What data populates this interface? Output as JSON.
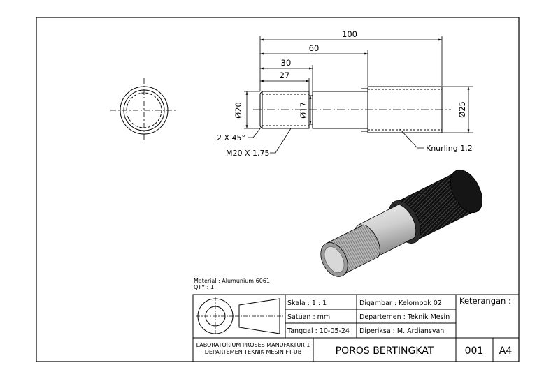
{
  "dimensions": {
    "overall_length": "100",
    "length_60": "60",
    "length_30": "30",
    "length_27": "27",
    "dia_20": "Ø20",
    "dia_17": "Ø17",
    "dia_25": "Ø25",
    "chamfer": "2 X 45°",
    "thread": "M20 X 1,75",
    "knurling": "Knurling 1.2"
  },
  "material": {
    "material_text": "Material : Alumunium 6061",
    "qty_text": "QTY : 1"
  },
  "title_block": {
    "skala": "Skala :   1 : 1",
    "satuan": "Satuan : mm",
    "tanggal": "Tanggal : 10-05-24",
    "digambar": "Digambar : Kelompok 02",
    "departemen": "Departemen : Teknik Mesin",
    "diperiksa": "Diperiksa : M. Ardiansyah",
    "keterangan": "Keterangan :",
    "lab_line1": "LABORATORIUM PROSES MANUFAKTUR 1",
    "lab_line2": "DEPARTEMEN TEKNIK MESIN FT-UB",
    "title": "POROS BERTINGKAT",
    "number": "001",
    "size": "A4"
  },
  "colors": {
    "line": "#000000",
    "knurl": "#1a1a1a",
    "shaft_light": "#d9d9d9",
    "shaft_mid": "#a9a9a9"
  }
}
